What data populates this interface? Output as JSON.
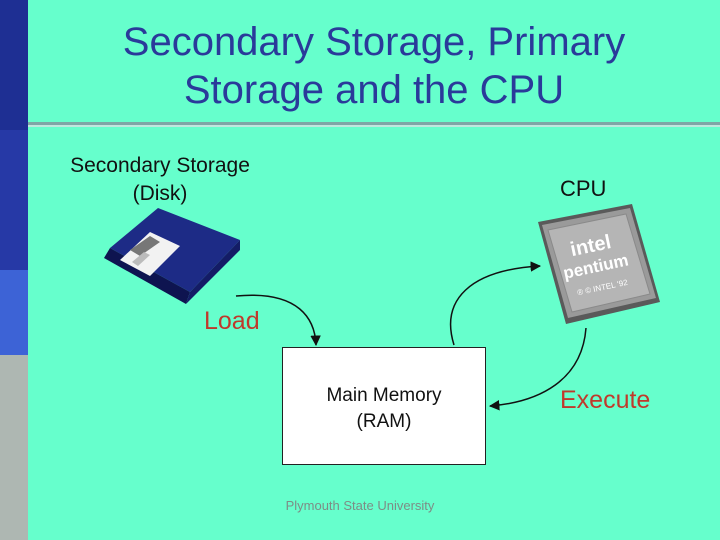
{
  "slide": {
    "title": "Secondary Storage, Primary\nStorage and the CPU",
    "footer": "Plymouth State University"
  },
  "diagram": {
    "secondary_storage_label": "Secondary Storage\n(Disk)",
    "cpu_label": "CPU",
    "main_memory_label": "Main Memory\n(RAM)",
    "load_label": "Load",
    "execute_label": "Execute",
    "chip_brand": "intel",
    "chip_model": "pentium",
    "chip_mark": "® © INTEL '92"
  },
  "colors": {
    "background": "#66FFCC",
    "title": "#2a3a9a",
    "arrow_labels": "#c0392b",
    "sidebar": [
      "#1e2f93",
      "#1e2f93",
      "#3a5fd0",
      "#aeb7b2",
      "#aeb7b2"
    ]
  },
  "icons": {
    "disk": "floppy-disk-icon",
    "cpu": "cpu-chip-icon"
  }
}
